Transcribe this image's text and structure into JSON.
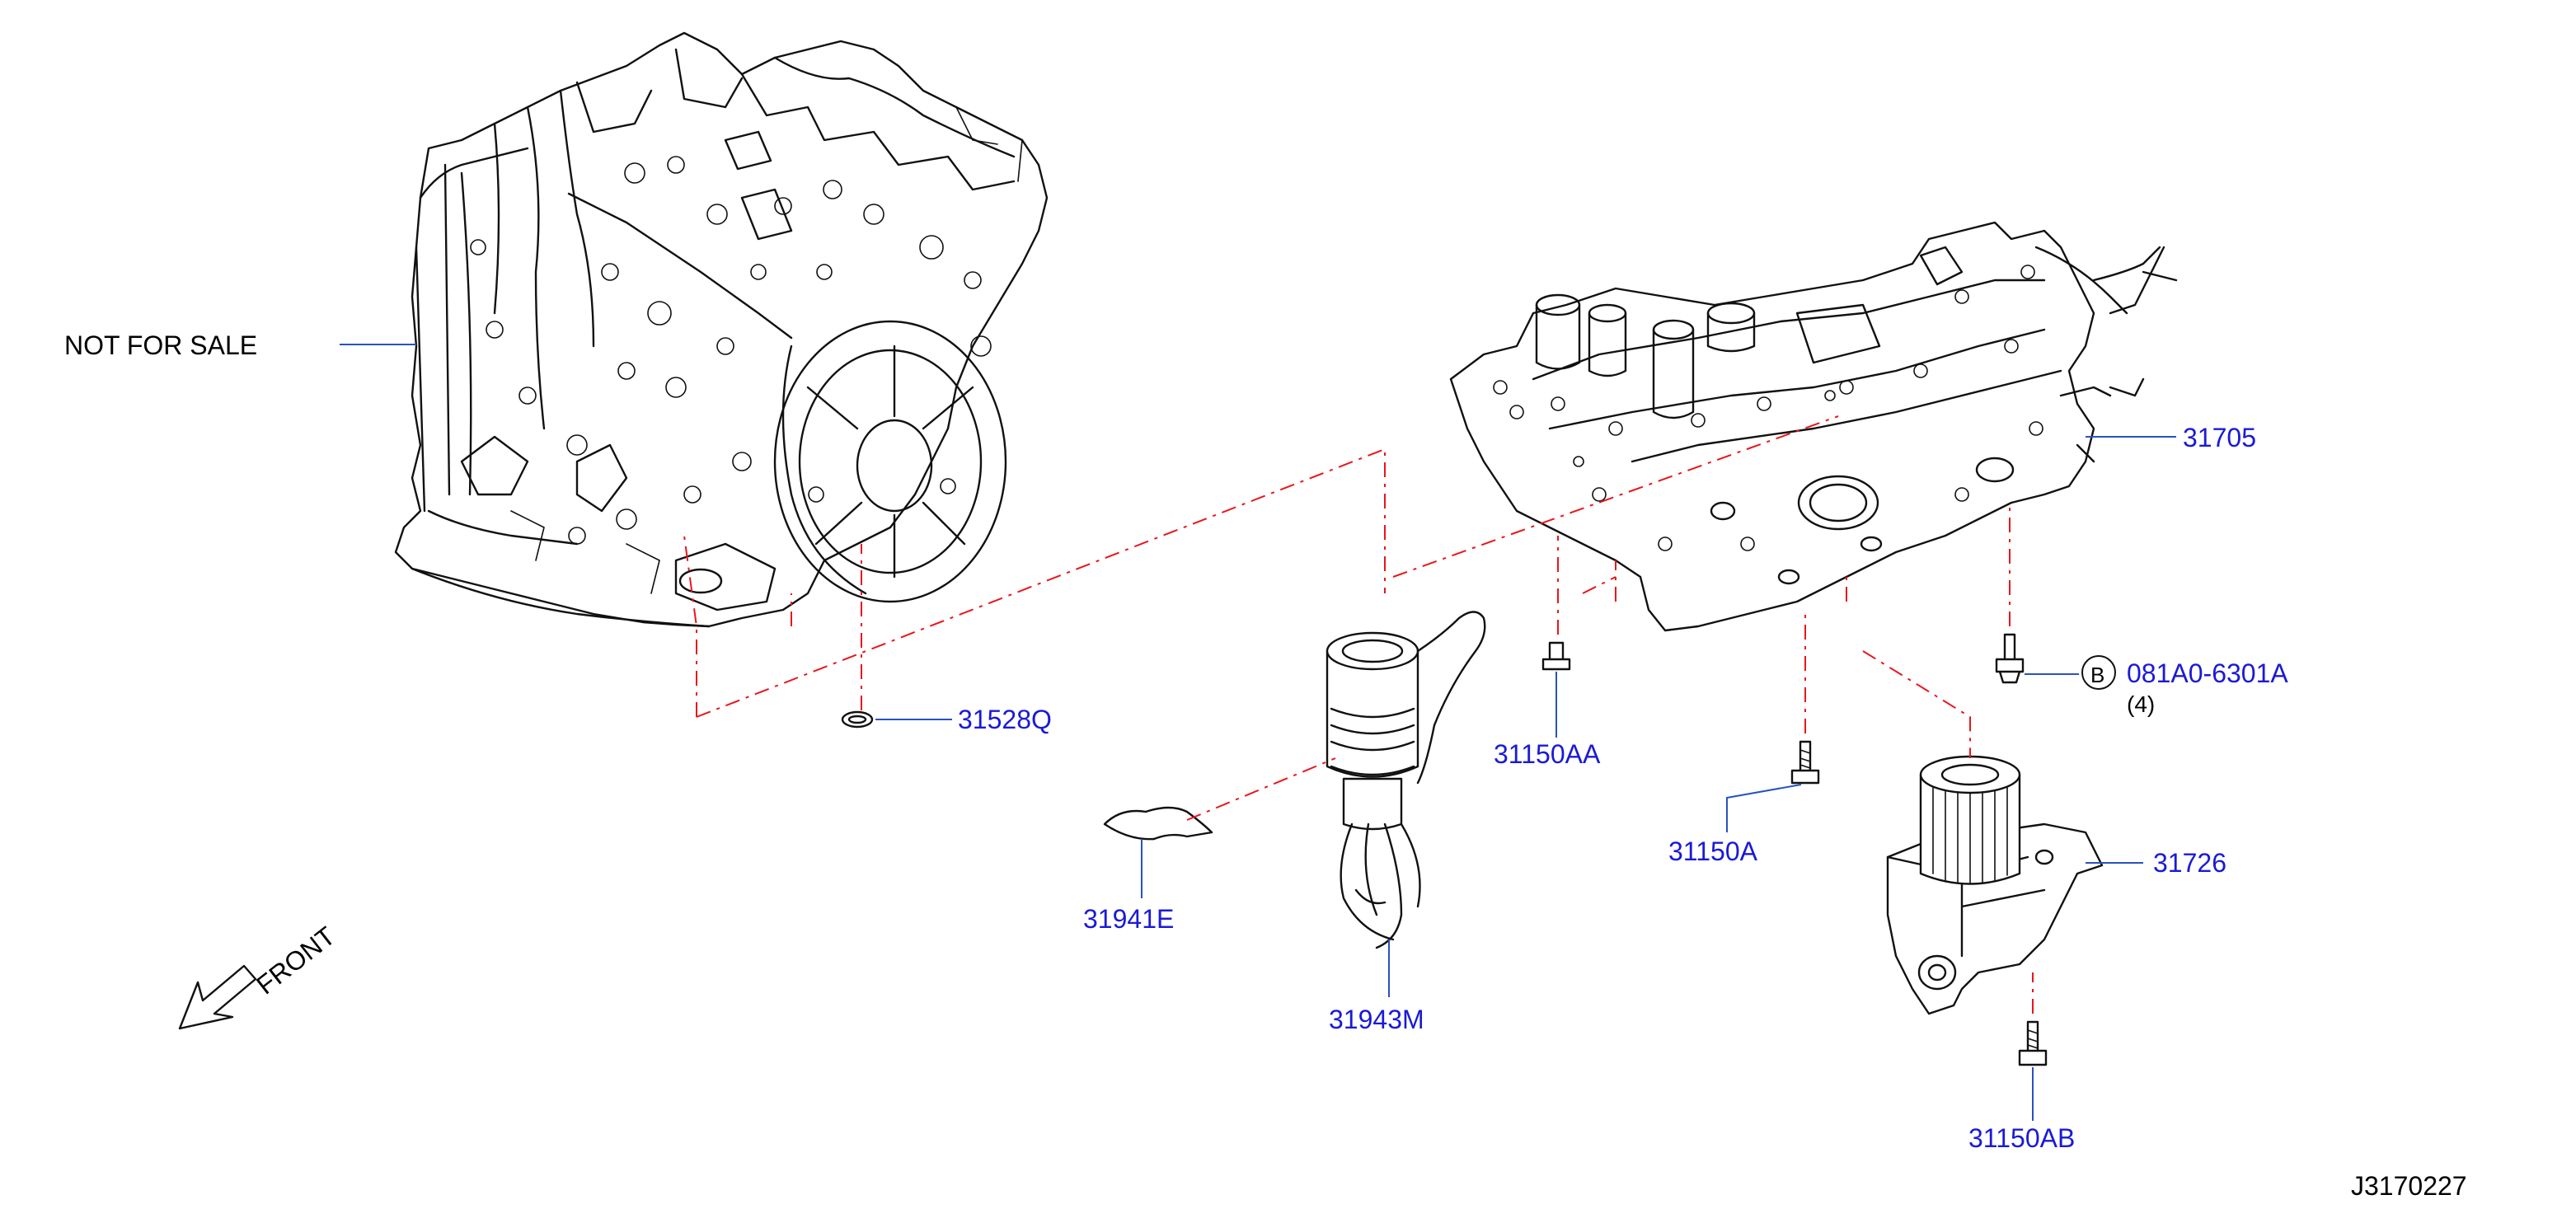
{
  "labels": {
    "not_for_sale": "NOT   FOR   SALE",
    "front": "FRONT",
    "p_31528q": "31528Q",
    "p_31705": "31705",
    "p_31150aa": "31150AA",
    "p_31150a": "31150A",
    "p_31150ab": "31150AB",
    "p_31941e": "31941E",
    "p_31943m": "31943M",
    "p_31726": "31726",
    "p_081a0": "081A0-6301A",
    "callout_b": "B",
    "qty_4": "(4)",
    "diagram_code": "J3170227"
  },
  "colors": {
    "label": "#1a1ad6",
    "leader": "#2a52be",
    "dash": "#e8161c",
    "ink": "#111111"
  }
}
